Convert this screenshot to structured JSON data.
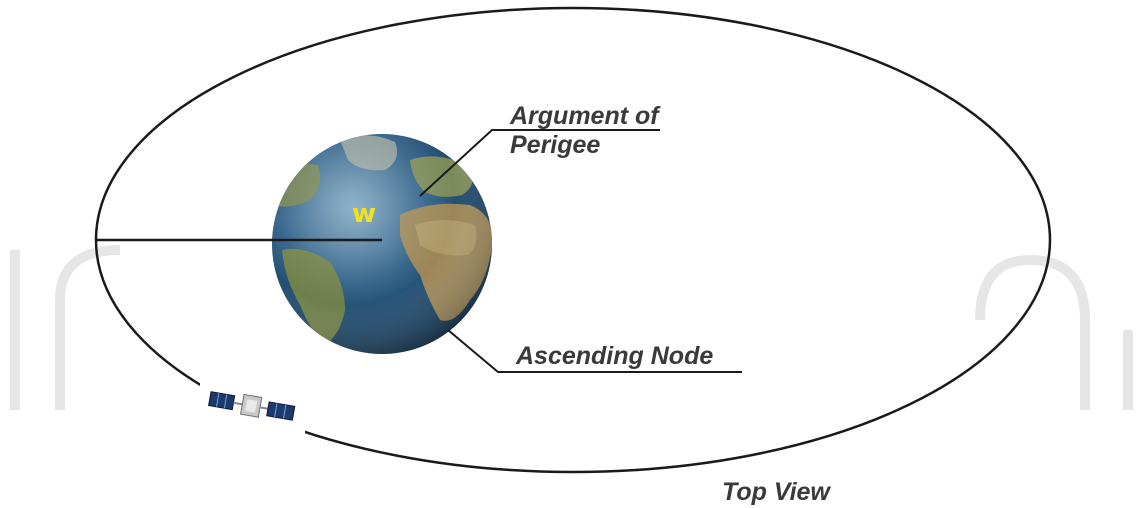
{
  "labels": {
    "argument_of_perigee_line1": "Argument of",
    "argument_of_perigee_line2": "Perigee",
    "ascending_node": "Ascending Node",
    "top_view": "Top View",
    "omega_symbol": "w"
  },
  "colors": {
    "orbit": "#1a1a1a",
    "label_text": "#3a3a3a",
    "omega": "#f4e21a",
    "ocean": "#1f4f74",
    "land": "#8a7a55",
    "watermark": "#e6e6e6"
  },
  "icons": {
    "planet": "earth-icon",
    "spacecraft": "satellite-icon"
  }
}
